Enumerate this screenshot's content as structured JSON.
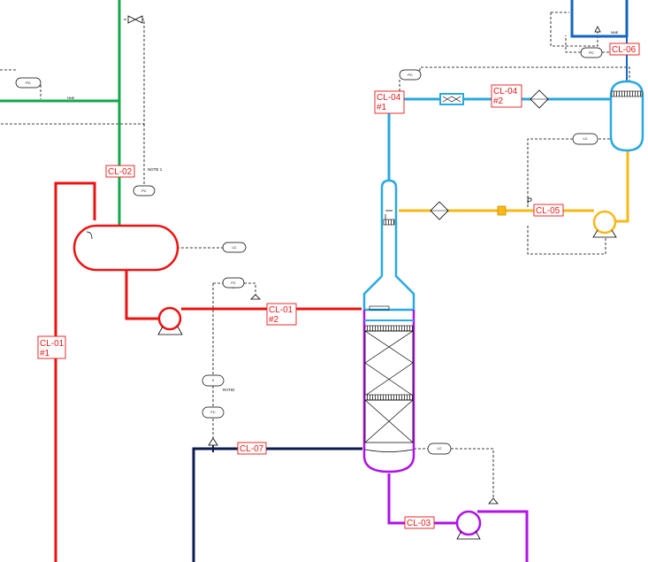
{
  "colors": {
    "red": "#ee1111",
    "green": "#15a84a",
    "cyan": "#29a9e1",
    "blue": "#1565c0",
    "yellow": "#f7b917",
    "magenta": "#b012e8",
    "navy": "#0d1a4f",
    "tag": "#e81818"
  },
  "line_tags": {
    "cl01_1": [
      "CL-01",
      "#1"
    ],
    "cl01_2": [
      "CL-01",
      "#2"
    ],
    "cl02": "CL-02",
    "cl03": "CL-03",
    "cl04_1": [
      "CL-04",
      "#1"
    ],
    "cl04_2": [
      "CL-04",
      "#2"
    ],
    "cl05": "CL-05",
    "cl06": "CL-06",
    "cl07": "CL-07"
  },
  "instruments": {
    "pc_top_left": "PC",
    "pc_drum": "PC",
    "lc_drum": "LC",
    "fc_pump": "FC",
    "x_ratio": "X",
    "fc_lower": "FC",
    "lc_bottom": "LC",
    "pc_overhead": "PC",
    "lc_accumulator": "LC",
    "pc_top_right": "PC"
  },
  "notes": {
    "note_1": "NOTE 1",
    "ratio": "RATIO",
    "p_label": "P",
    "small_left": "NNE",
    "small_right": "NNE"
  }
}
